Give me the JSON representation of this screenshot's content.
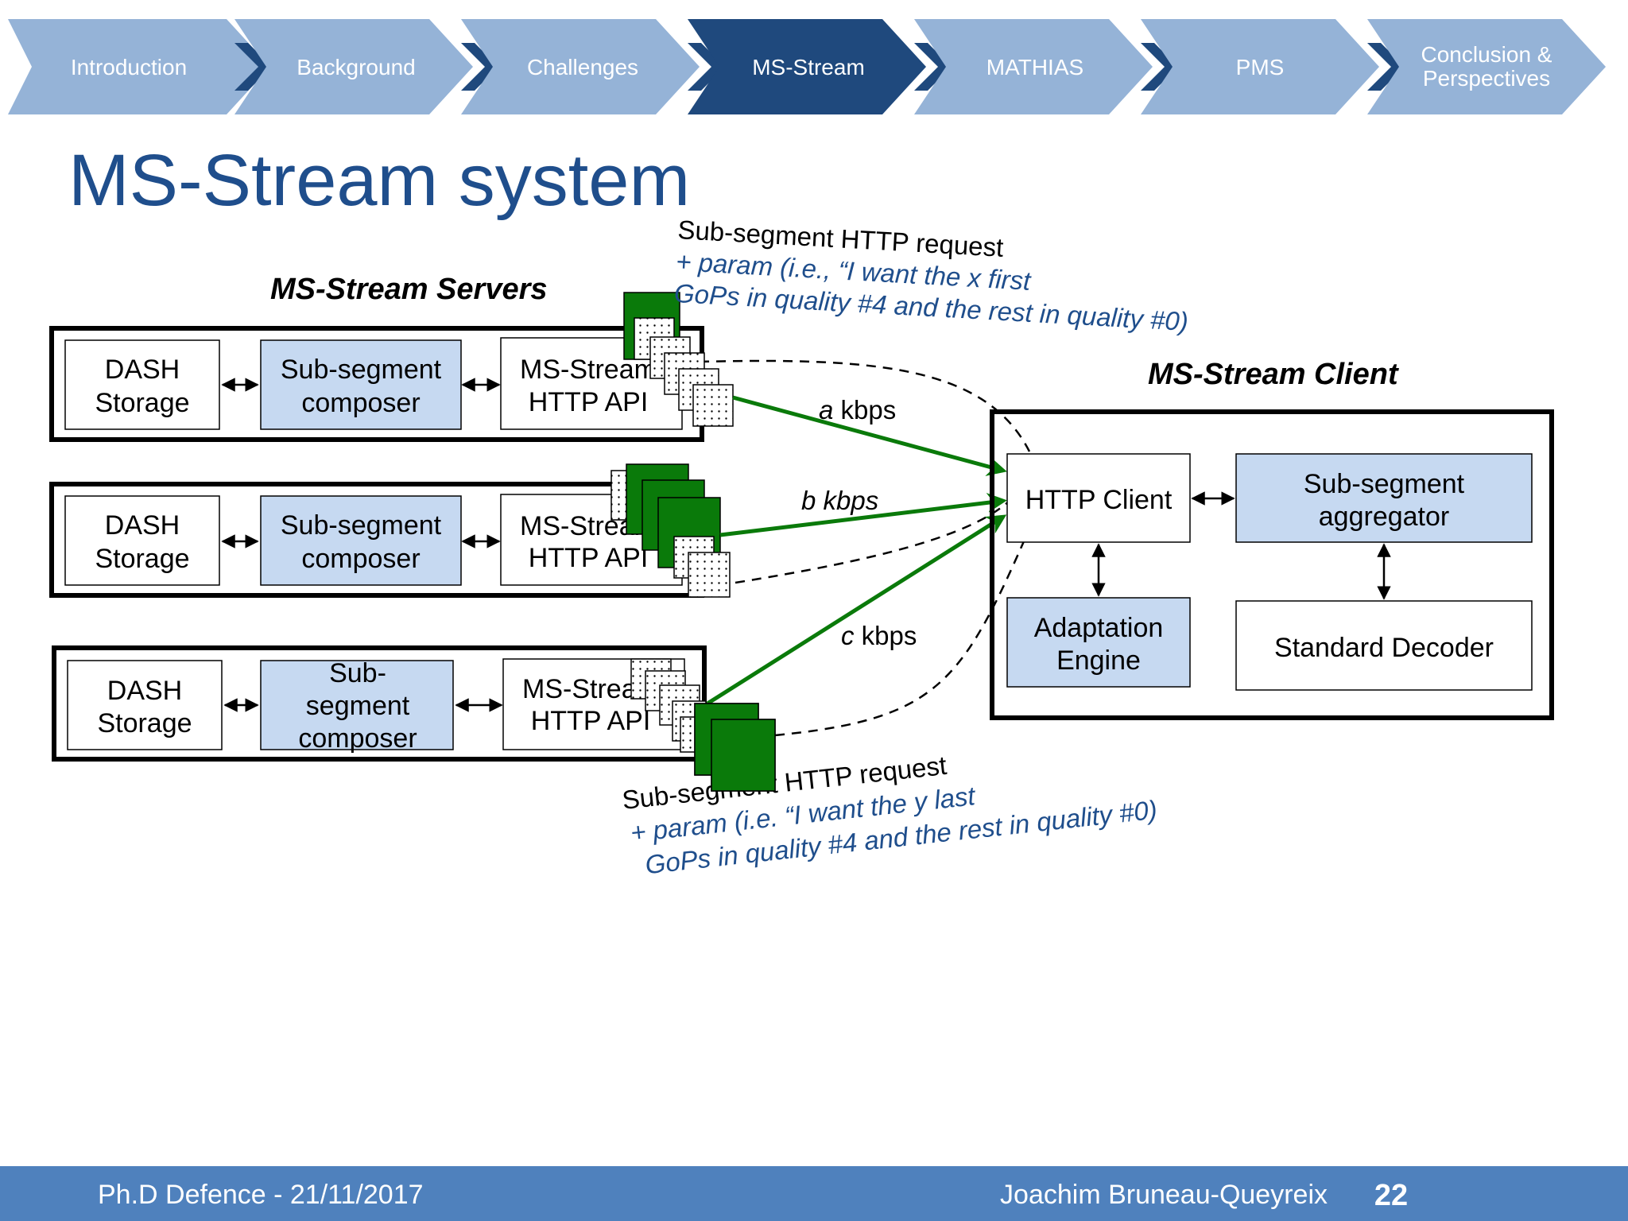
{
  "nav": {
    "items": [
      {
        "label": "Introduction",
        "active": false
      },
      {
        "label": "Background",
        "active": false
      },
      {
        "label": "Challenges",
        "active": false
      },
      {
        "label": "MS-Stream",
        "active": true
      },
      {
        "label": "MATHIAS",
        "active": false
      },
      {
        "label": "PMS",
        "active": false
      },
      {
        "label": "Conclusion &",
        "label2": "Perspectives",
        "active": false
      }
    ]
  },
  "slide": {
    "title": "MS-Stream system",
    "servers_title": "MS-Stream Servers",
    "client_title": "MS-Stream Client"
  },
  "servers": [
    {
      "storage": [
        "DASH",
        "Storage"
      ],
      "composer": [
        "Sub-segment",
        "composer"
      ],
      "api": [
        "MS-Stream",
        "HTTP API"
      ]
    },
    {
      "storage": [
        "DASH",
        "Storage"
      ],
      "composer": [
        "Sub-segment",
        "composer"
      ],
      "api": [
        "MS-Stream",
        "HTTP API"
      ]
    },
    {
      "storage": [
        "DASH",
        "Storage"
      ],
      "composer": [
        "Sub-",
        "segment",
        "composer"
      ],
      "api": [
        "MS-Stream",
        "HTTP API"
      ]
    }
  ],
  "client": {
    "http_client": "HTTP Client",
    "aggregator": [
      "Sub-segment",
      "aggregator"
    ],
    "adaptation": [
      "Adaptation",
      "Engine"
    ],
    "decoder": "Standard Decoder"
  },
  "links": [
    {
      "var": "a",
      "unit": " kbps"
    },
    {
      "var": "b",
      "unit": " kbps"
    },
    {
      "var": "c",
      "unit": " kbps"
    }
  ],
  "annotations": {
    "top": {
      "line1": "Sub-segment HTTP request",
      "line2": "+ param (i.e., “I want the x first",
      "line3": "GoPs in quality #4 and the rest in quality #0)"
    },
    "bottom": {
      "line1": "Sub-segment HTTP request",
      "line2": "+ param (i.e. “I want the y last",
      "line3": "GoPs in quality #4 and the rest in quality #0)"
    }
  },
  "footer": {
    "left": "Ph.D Defence - 21/11/2017",
    "author": "Joachim Bruneau-Queyreix",
    "page": "22"
  },
  "colors": {
    "nav_inactive": "#95b3d7",
    "nav_active": "#1f497d",
    "nav_arrow": "#1f497d",
    "title": "#1f4e8c",
    "component_fill": "#c6d9f1",
    "green": "#0a7a0a",
    "footer": "#4f81bd"
  }
}
